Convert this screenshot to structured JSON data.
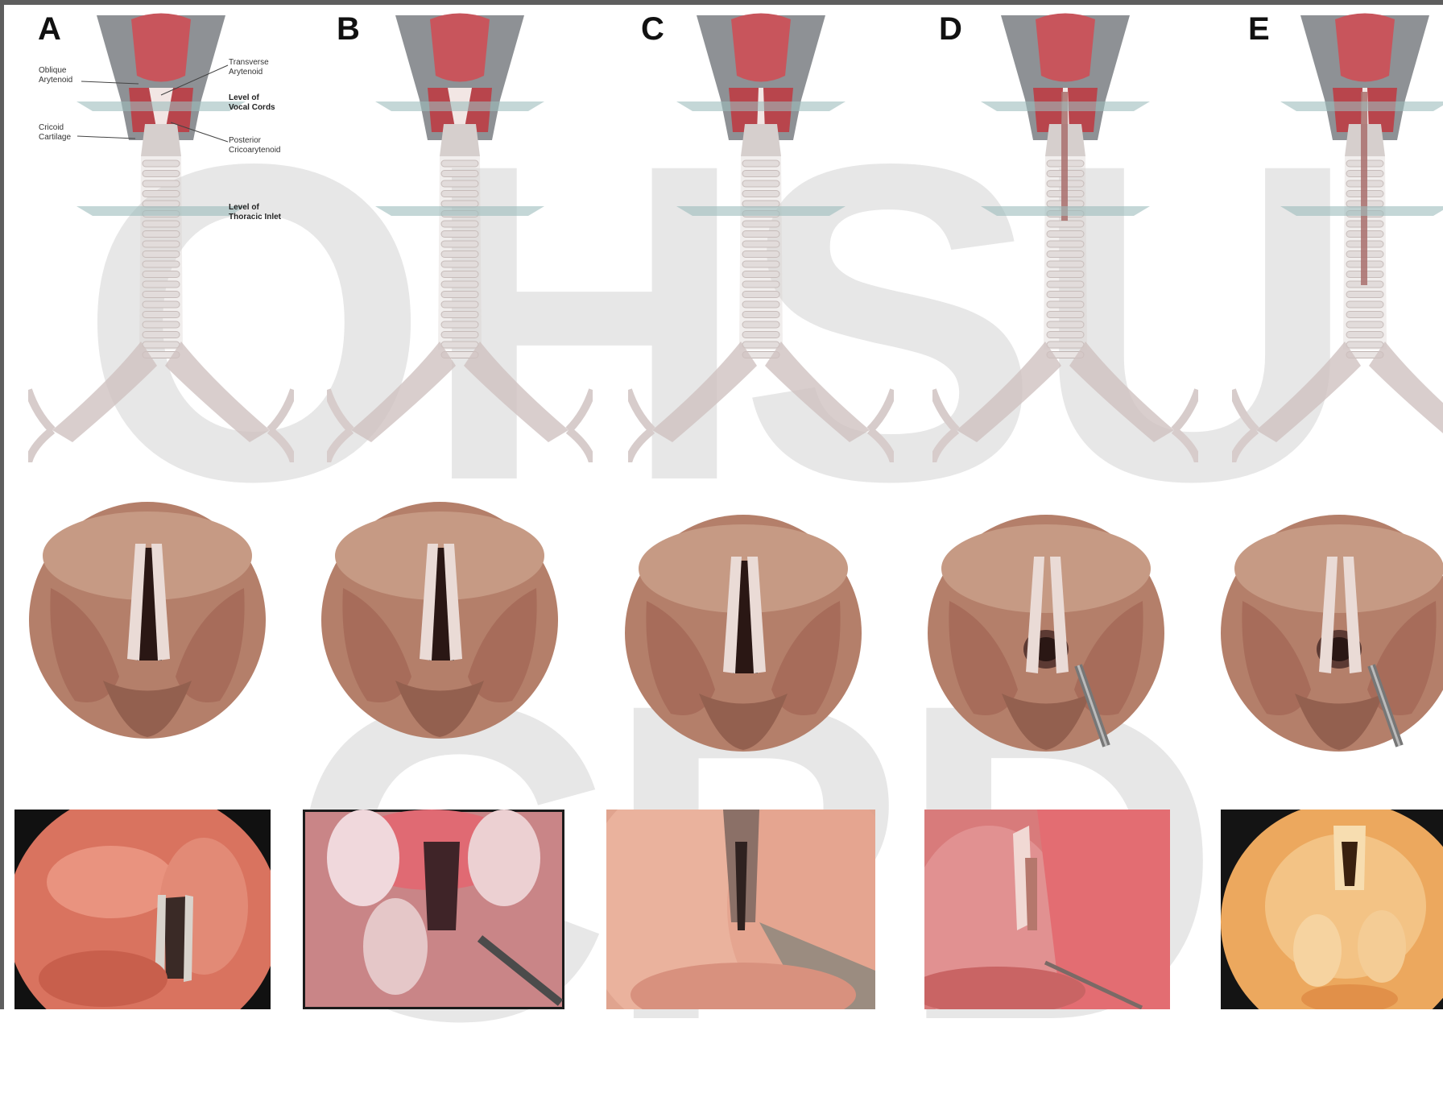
{
  "panels": [
    {
      "letter": "A"
    },
    {
      "letter": "B"
    },
    {
      "letter": "C"
    },
    {
      "letter": "D"
    },
    {
      "letter": "E"
    }
  ],
  "labels": {
    "oblique_arytenoid": "Oblique\nArytenoid",
    "transverse_arytenoid": "Transverse\nArytenoid",
    "level_vocal_cords": "Level of\nVocal Cords",
    "cricoid_cartilage": "Cricoid\nCartilage",
    "posterior_cricoarytenoid": "Posterior\nCricoarytenoid",
    "level_thoracic_inlet": "Level of\nThoracic Inlet"
  },
  "watermark": {
    "line1": "OHSU",
    "line2": "CPD"
  },
  "colors": {
    "larynx_red": "#c8555c",
    "cartilage_gray": "#7a7e82",
    "trachea_ring": "#e9e4e3",
    "mucosa": "#b47f6a",
    "level_plane": "#9dbcbc"
  }
}
